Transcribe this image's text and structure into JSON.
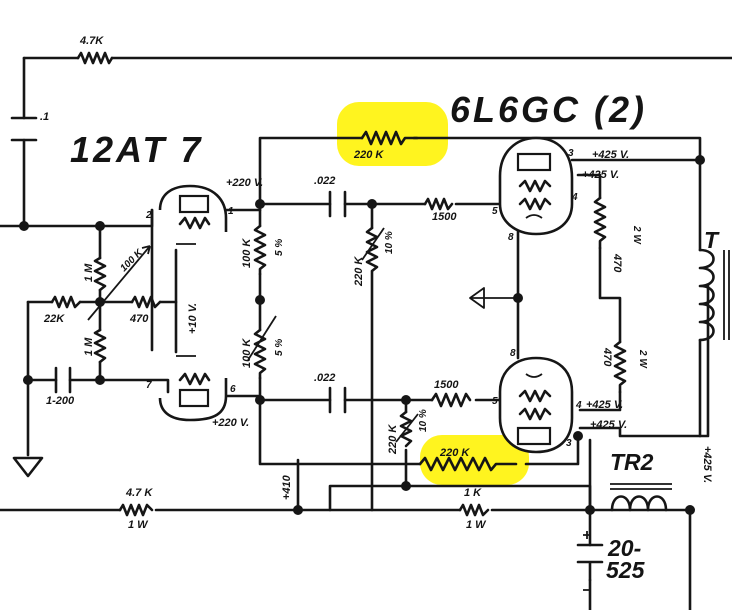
{
  "title_left": "12AT 7",
  "title_right": "6L6GC (2)",
  "transformer_tr1": "T",
  "transformer_tr2": "TR2",
  "labels": {
    "r_top": "4.7K",
    "c_top": ".1",
    "r_fb_top": "220 K",
    "r_fb_bottom": "220 K",
    "cap_upper": ".022",
    "cap_lower": ".022",
    "r_grid_upper": "1500",
    "r_grid_lower": "1500",
    "r_bias_upper": "220 K",
    "r_bias_lower": "220 K",
    "r_pot_upper": "10 %",
    "r_pot_lower": "10 %",
    "r_plate_upper": "100 K",
    "r_plate_lower": "100 K",
    "r_plate_upper_w": "5 %",
    "r_plate_lower_w": "5 %",
    "r_grid_ret_upper": "1 M",
    "r_grid_ret_lower": "1 M",
    "r_grid_ret_mid": "100 K",
    "r_cath_left": "22K",
    "r_cath_right": "470",
    "cap_bypass": "1-200",
    "v_heater": "+10 V.",
    "v_plate_upper": "+220 V.",
    "v_plate_lower": "+220 V.",
    "r_screen_upper": "470",
    "r_screen_upper_w": "2 W",
    "r_screen_lower": "470",
    "r_screen_lower_w": "2 W",
    "v_425_1": "+425 V.",
    "v_425_2": "+425 V.",
    "v_425_3": "+425 V.",
    "v_425_4": "+425 V.",
    "v_425_side": "+425 V.",
    "v_410": "+410",
    "r_bottom": "4.7 K",
    "r_bottom_w": "1 W",
    "r_bottom2": "1 K",
    "r_bottom2_w": "1 W",
    "cap_filter_val": "20-",
    "cap_filter_v": "525",
    "pin_2": "2",
    "pin_1": "1",
    "pin_7": "7",
    "pin_6": "6",
    "pin_3": "3",
    "pin_4": "4",
    "pin_5": "5",
    "pin_8": "8"
  },
  "colors": {
    "ink": "#161616",
    "highlight": "#fff41f",
    "paper": "#ffffff"
  }
}
